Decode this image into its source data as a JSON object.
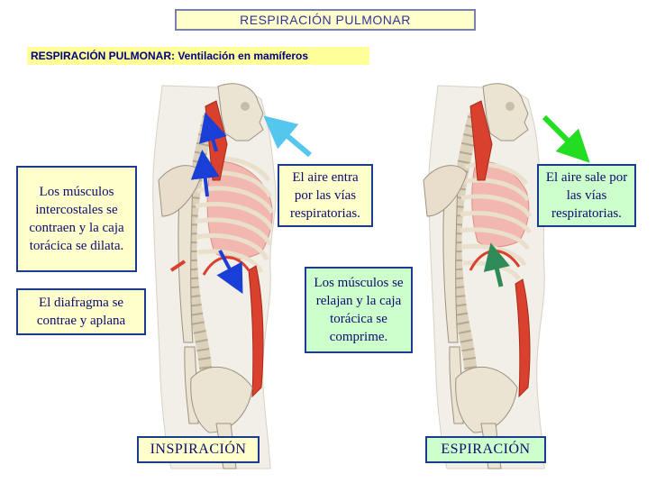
{
  "header": {
    "title": "RESPIRACIÓN PULMONAR",
    "subtitle": "RESPIRACIÓN PULMONAR: Ventilación en mamíferos"
  },
  "left_panel": {
    "label": "INSPIRACIÓN",
    "intercostal_note": "Los músculos intercostales se contraen y la caja torácica se dilata.",
    "diaphragm_note": "El diafragma se contrae y aplana",
    "air_note": "El aire entra por las vías respiratorias."
  },
  "right_panel": {
    "label": "ESPIRACIÓN",
    "muscles_note": "Los músculos se relajan y la caja torácica se comprime.",
    "air_note": "El aire sale por las vías respiratorias."
  },
  "colors": {
    "inspiration_arrows": "#1a3fd6",
    "air_in_arrow": "#55c6ee",
    "air_out_arrow": "#22dd22",
    "expiration_arrow": "#2e8b57",
    "muscle": "#d9412e",
    "lung": "#f2b8b0",
    "bone": "#ece4d2",
    "skin": "#f0ece6"
  }
}
